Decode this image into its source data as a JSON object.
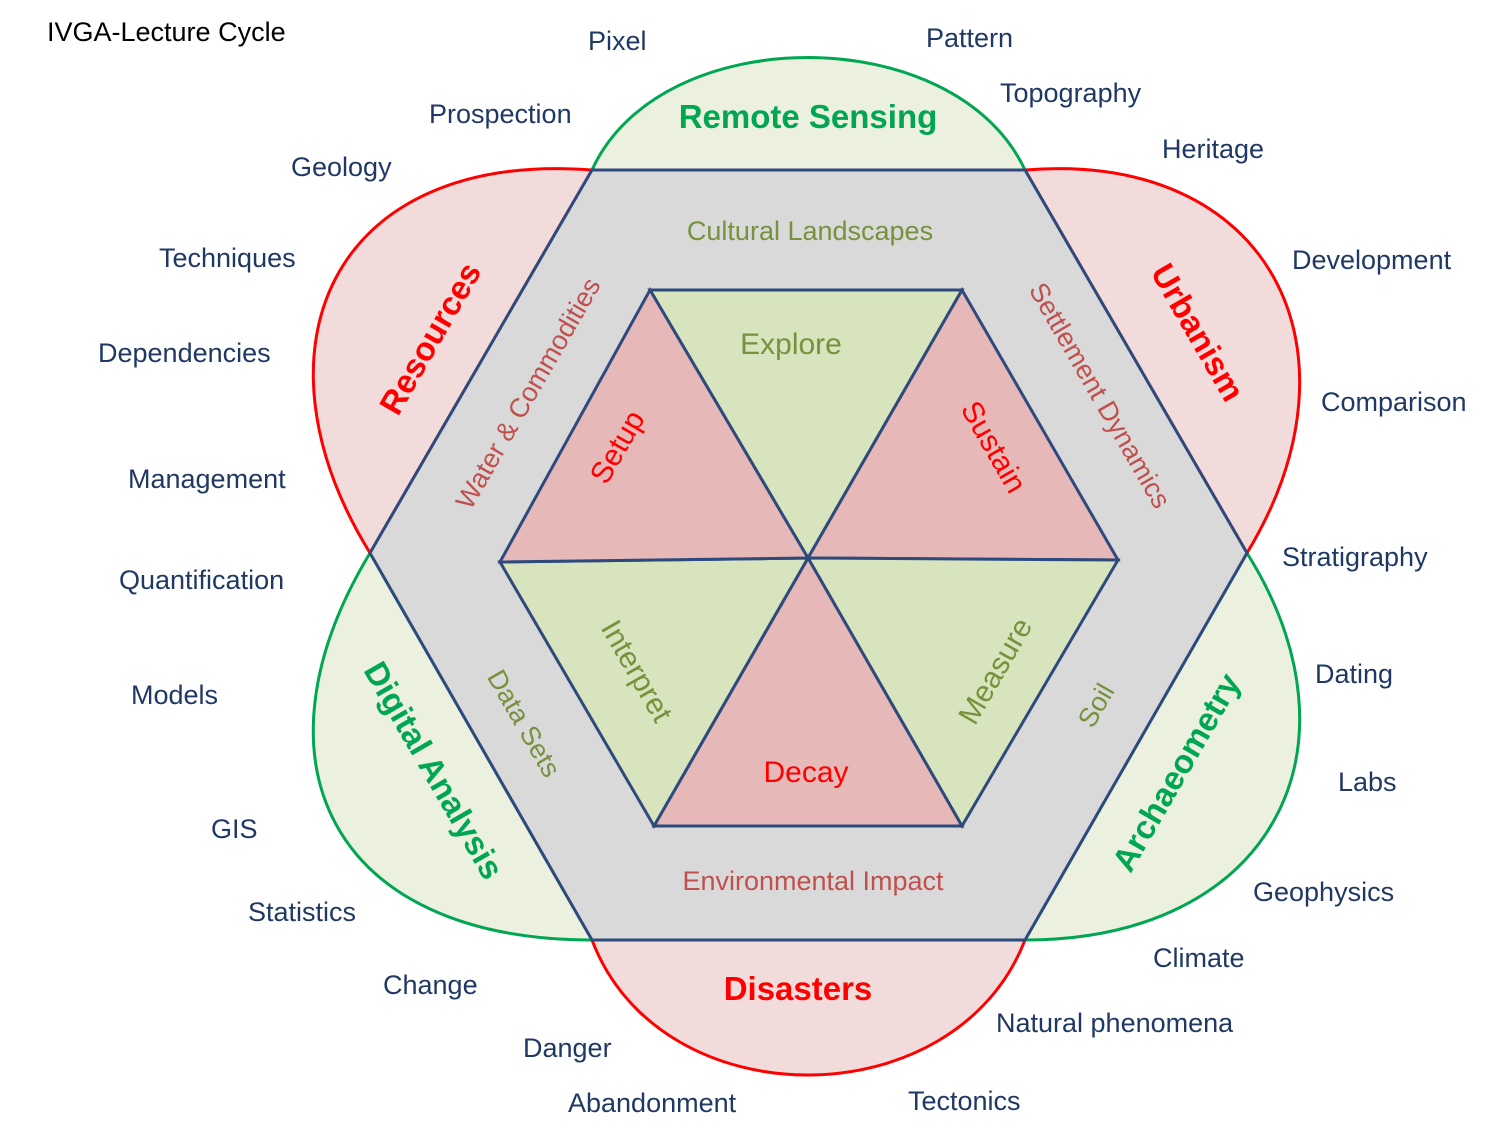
{
  "title": "IVGA-Lecture Cycle",
  "colors": {
    "red": "#ff0000",
    "green": "#00a651",
    "olive": "#76923c",
    "rust": "#c0504d",
    "navy": "#1f3864",
    "red_fill": "#f2dcdb",
    "green_fill": "#ebf1de",
    "tri_red": "#e6b8b7",
    "tri_green": "#d7e4bd",
    "ring_gray": "#d9d9d9",
    "stroke_blue": "#2e4a7d"
  },
  "petals": {
    "top": "Remote Sensing",
    "upper_right": "Urbanism",
    "lower_right": "Archaeometry",
    "bottom": "Disasters",
    "lower_left": "Digital Analysis",
    "upper_left": "Resources"
  },
  "ring": {
    "top": "Cultural Landscapes",
    "upper_right": "Settlement Dynamics",
    "lower_right": "Soil",
    "bottom": "Environmental Impact",
    "lower_left": "Data Sets",
    "upper_left": "Water & Commodities"
  },
  "triangles": {
    "top": "Explore",
    "upper_right": "Sustain",
    "lower_right": "Measure",
    "bottom": "Decay",
    "lower_left": "Interpret",
    "upper_left": "Setup"
  },
  "keywords": {
    "pixel": "Pixel",
    "pattern": "Pattern",
    "topography": "Topography",
    "prospection": "Prospection",
    "heritage": "Heritage",
    "geology": "Geology",
    "techniques": "Techniques",
    "development": "Development",
    "dependencies": "Dependencies",
    "comparison": "Comparison",
    "management": "Management",
    "stratigraphy": "Stratigraphy",
    "quantification": "Quantification",
    "dating": "Dating",
    "models": "Models",
    "labs": "Labs",
    "gis": "GIS",
    "geophysics": "Geophysics",
    "statistics": "Statistics",
    "climate": "Climate",
    "change": "Change",
    "natural_phenomena": "Natural phenomena",
    "danger": "Danger",
    "abandonment": "Abandonment",
    "tectonics": "Tectonics"
  }
}
